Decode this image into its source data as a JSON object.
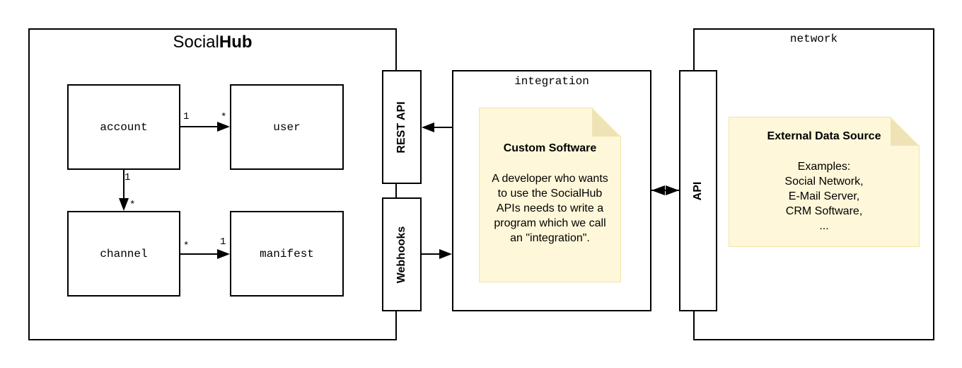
{
  "containers": {
    "socialhub": {
      "title_regular": "Social",
      "title_bold": "Hub"
    },
    "integration": {
      "title": "integration"
    },
    "network": {
      "title": "network"
    }
  },
  "entities": {
    "account": "account",
    "user": "user",
    "channel": "channel",
    "manifest": "manifest"
  },
  "multiplicities": {
    "account_user_source": "1",
    "account_user_target": "*",
    "account_channel_source": "1",
    "account_channel_target": "*",
    "channel_manifest_source": "*",
    "channel_manifest_target": "1"
  },
  "interfaces": {
    "rest_api": "REST API",
    "webhooks": "Webhooks",
    "api": "API"
  },
  "notes": {
    "custom_software": {
      "title": "Custom Software",
      "lines": [
        "A developer who wants",
        "to use the SocialHub",
        "APIs needs to write a",
        "program which we call",
        "an \"integration\"."
      ]
    },
    "external_data_source": {
      "title": "External Data Source",
      "lines": [
        "Examples:",
        "Social Network,",
        "E-Mail Server,",
        "CRM Software,",
        "..."
      ]
    }
  },
  "colors": {
    "note_fill": "#fff7d9",
    "note_fold": "#efe3b5",
    "stroke": "#000000"
  }
}
